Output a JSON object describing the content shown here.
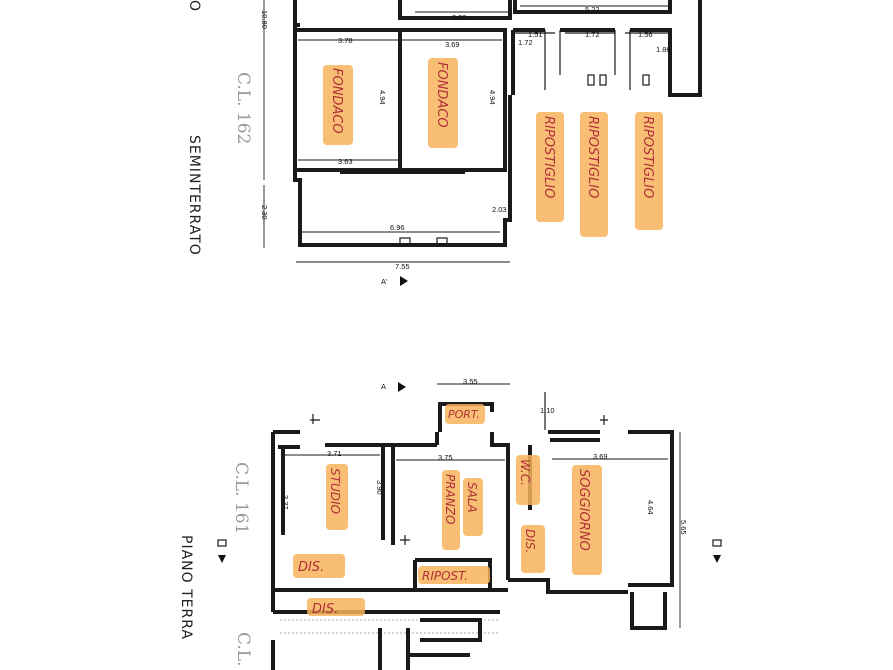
{
  "titles": {
    "basement": "SEMINTERRATO",
    "ground": "PIANO TERRA"
  },
  "cadastral": {
    "basement_ref": "C.L. 162",
    "ground_ref": "C.L. 161",
    "bottom_ref": "C.L."
  },
  "section_markers": {
    "top": "A'",
    "ground": "A"
  },
  "rooms_basement": [
    {
      "label": "FONDACO"
    },
    {
      "label": "FONDACO"
    },
    {
      "label": "RIPOSTIGLIO"
    },
    {
      "label": "RIPOSTIGLIO"
    },
    {
      "label": "RIPOSTIGLIO"
    }
  ],
  "rooms_ground": [
    {
      "label": "PRANZO"
    },
    {
      "label": "SALA"
    },
    {
      "label": "STUDIO"
    },
    {
      "label": "W.C."
    },
    {
      "label": "SOGGIORNO"
    },
    {
      "label": "DIS."
    },
    {
      "label": "RIPOST."
    },
    {
      "label": "DIS."
    },
    {
      "label": "DIS."
    },
    {
      "label": "PORT."
    }
  ],
  "dims_basement": {
    "top_a": "3.58",
    "top_b": "5.22",
    "left_height": "10.80",
    "w1": "3.78",
    "w2": "3.69",
    "h1": "4.94",
    "h2": "4.94",
    "w3": "3.63",
    "r1": "1.51",
    "r2": "1.72",
    "r3": "1.56",
    "rh1": "1.72",
    "rh2": "1.86",
    "low_h": "2.30",
    "corr_w": "6.96",
    "corr_h": "2.03",
    "total_w": "7.55"
  },
  "dims_ground": {
    "porch_w": "3.55",
    "porch_h": "1.10",
    "s_w": "3.71",
    "s_h": "3.37",
    "s_h2": "3.90",
    "p_w": "3.75",
    "so_w": "3.69",
    "so_h": "4.64",
    "total_h": "5.65"
  }
}
